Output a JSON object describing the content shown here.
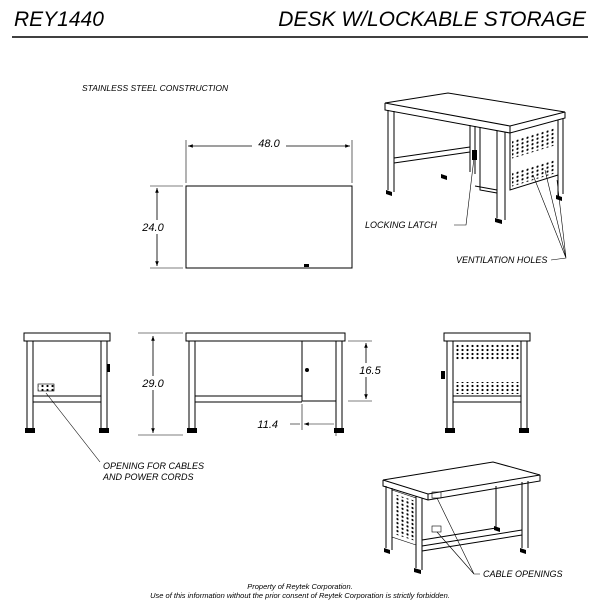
{
  "header": {
    "model": "REY1440",
    "title": "DESK W/LOCKABLE STORAGE"
  },
  "notes": {
    "construction": "STAINLESS STEEL CONSTRUCTION"
  },
  "dimensions": {
    "width": "48.0",
    "depth": "24.0",
    "height": "29.0",
    "cabinet_height": "16.5",
    "cabinet_width": "11.4"
  },
  "callouts": {
    "locking_latch": "LOCKING LATCH",
    "ventilation_holes": "VENTILATION HOLES",
    "cable_opening_line1": "OPENING FOR CABLES",
    "cable_opening_line2": "AND POWER CORDS",
    "cable_openings": "CABLE OPENINGS"
  },
  "footer": {
    "line1": "Property of Reytek Corporation.",
    "line2": "Use of this information without the prior consent of Reytek Corporation is strictly forbidden."
  }
}
